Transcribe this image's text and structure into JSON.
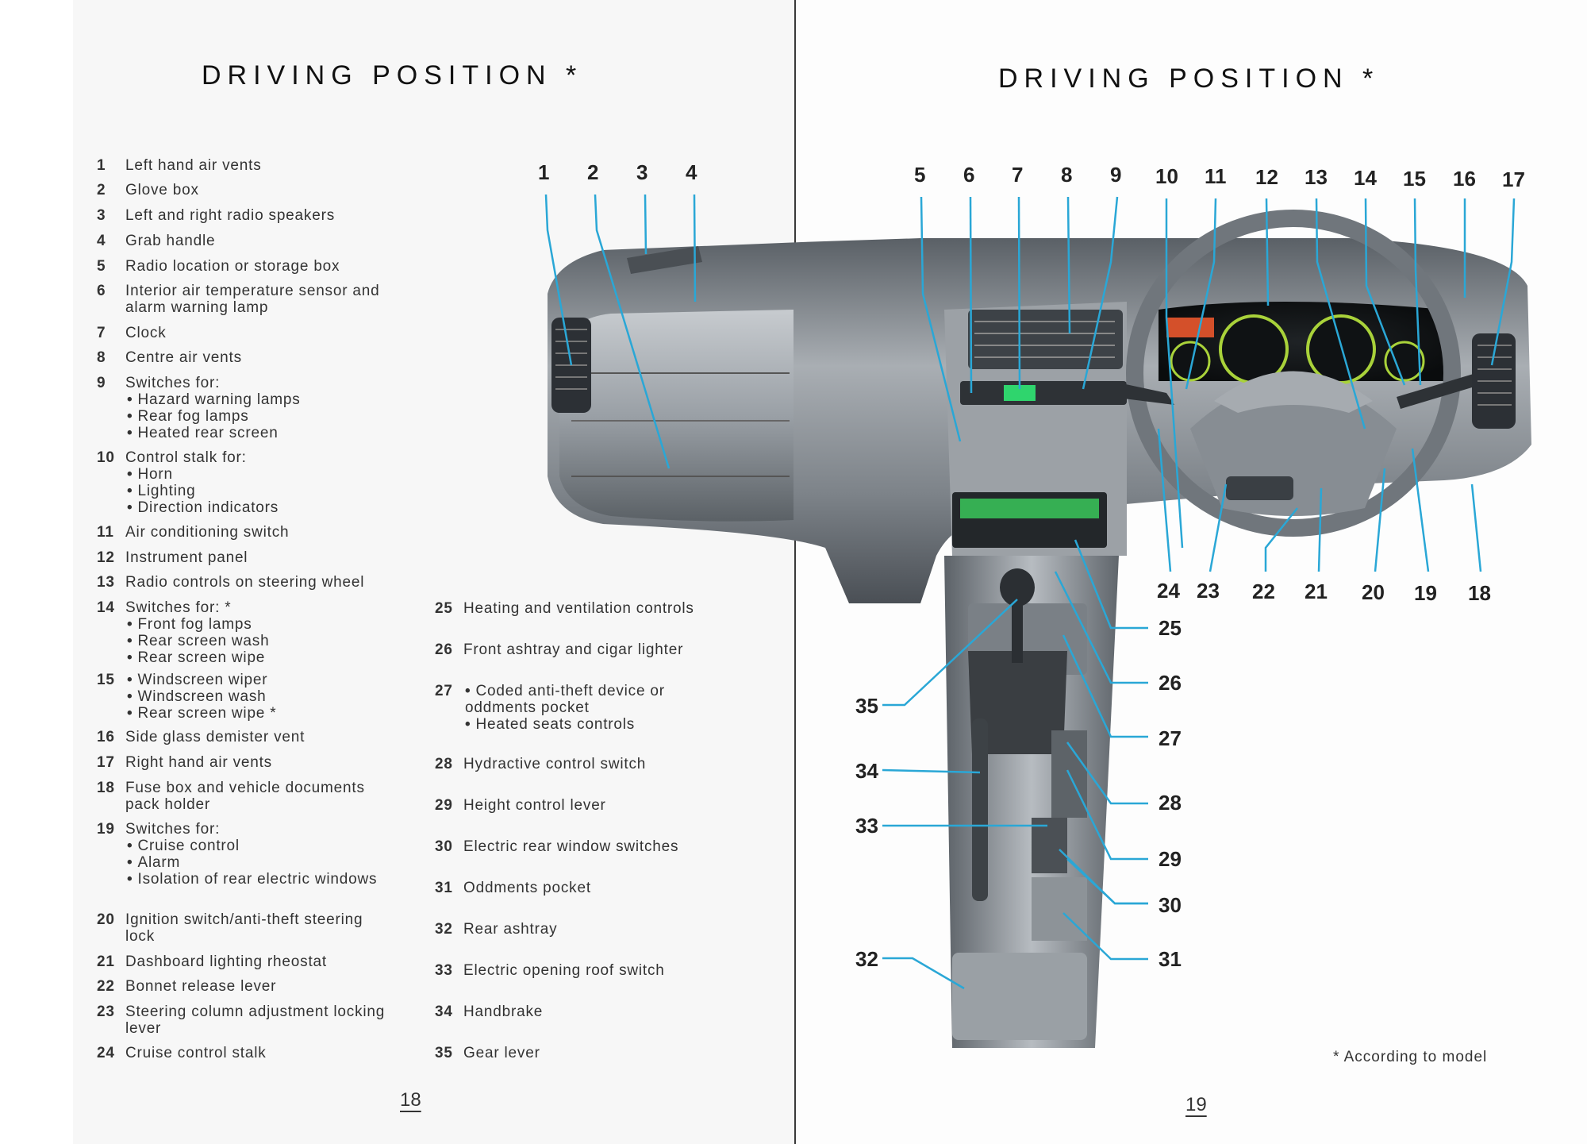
{
  "left_page": {
    "title": "DRIVING POSITION  *",
    "page_number": "18",
    "items_left": [
      {
        "num": "1",
        "text": "Left hand air vents",
        "subs": []
      },
      {
        "num": "2",
        "text": "Glove box",
        "subs": []
      },
      {
        "num": "3",
        "text": "Left and right radio speakers",
        "subs": []
      },
      {
        "num": "4",
        "text": "Grab handle",
        "subs": []
      },
      {
        "num": "5",
        "text": "Radio location or storage box",
        "subs": []
      },
      {
        "num": "6",
        "text": "Interior air temperature sensor and alarm warning lamp",
        "subs": []
      },
      {
        "num": "7",
        "text": "Clock",
        "subs": []
      },
      {
        "num": "8",
        "text": "Centre air vents",
        "subs": []
      },
      {
        "num": "9",
        "text": "Switches for:",
        "subs": [
          "Hazard warning lamps",
          "Rear fog lamps",
          "Heated rear screen"
        ]
      },
      {
        "num": "10",
        "text": "Control stalk for:",
        "subs": [
          "Horn",
          "Lighting",
          "Direction indicators"
        ]
      },
      {
        "num": "11",
        "text": "Air conditioning switch",
        "subs": []
      },
      {
        "num": "12",
        "text": "Instrument panel",
        "subs": []
      },
      {
        "num": "13",
        "text": "Radio controls on steering wheel",
        "subs": []
      },
      {
        "num": "14",
        "text": "Switches for: *",
        "subs": [
          "Front fog lamps",
          "Rear screen wash",
          "Rear screen wipe"
        ]
      },
      {
        "num": "15",
        "text": "",
        "subs": [
          "Windscreen wiper",
          "Windscreen wash",
          "Rear screen wipe *"
        ]
      },
      {
        "num": "16",
        "text": "Side glass demister vent",
        "subs": []
      },
      {
        "num": "17",
        "text": "Right hand air vents",
        "subs": []
      },
      {
        "num": "18",
        "text": "Fuse box and vehicle documents pack holder",
        "subs": []
      },
      {
        "num": "19",
        "text": "Switches for:",
        "subs": [
          "Cruise control",
          "Alarm",
          "Isolation of rear electric windows"
        ]
      },
      {
        "num": "20",
        "text": "Ignition switch/anti-theft steering lock",
        "subs": []
      },
      {
        "num": "21",
        "text": "Dashboard lighting rheostat",
        "subs": []
      },
      {
        "num": "22",
        "text": "Bonnet release lever",
        "subs": []
      },
      {
        "num": "23",
        "text": "Steering column adjustment locking lever",
        "subs": []
      },
      {
        "num": "24",
        "text": "Cruise control stalk",
        "subs": []
      }
    ],
    "items_right": [
      {
        "num": "25",
        "text": "Heating and ventilation controls",
        "subs": []
      },
      {
        "num": "26",
        "text": "Front ashtray and cigar lighter",
        "subs": []
      },
      {
        "num": "27",
        "text": "",
        "subs": [
          "Coded anti-theft device or oddments pocket",
          "Heated seats controls"
        ]
      },
      {
        "num": "28",
        "text": "Hydractive control switch",
        "subs": []
      },
      {
        "num": "29",
        "text": "Height control lever",
        "subs": []
      },
      {
        "num": "30",
        "text": "Electric rear window switches",
        "subs": []
      },
      {
        "num": "31",
        "text": "Oddments pocket",
        "subs": []
      },
      {
        "num": "32",
        "text": "Rear ashtray",
        "subs": []
      },
      {
        "num": "33",
        "text": "Electric opening roof switch",
        "subs": []
      },
      {
        "num": "34",
        "text": "Handbrake",
        "subs": []
      },
      {
        "num": "35",
        "text": "Gear lever",
        "subs": []
      }
    ]
  },
  "right_page": {
    "title": "DRIVING POSITION  *",
    "page_number": "19",
    "footnote": "* According to model"
  },
  "callouts": {
    "top": [
      "1",
      "2",
      "3",
      "4",
      "5",
      "6",
      "7",
      "8",
      "9",
      "10",
      "11",
      "12",
      "13",
      "14",
      "15",
      "16",
      "17"
    ],
    "bottom_row": [
      "24",
      "23",
      "22",
      "21",
      "20",
      "19",
      "18"
    ],
    "right_column": [
      "25",
      "26",
      "27",
      "28",
      "29",
      "30",
      "31"
    ],
    "left_column": [
      "35",
      "34",
      "33",
      "32"
    ]
  },
  "colors": {
    "leader_line": "#2aa7d6",
    "dash_dark": "#3c4248",
    "dash_mid": "#8a9096",
    "dash_light": "#c9cdd1"
  }
}
